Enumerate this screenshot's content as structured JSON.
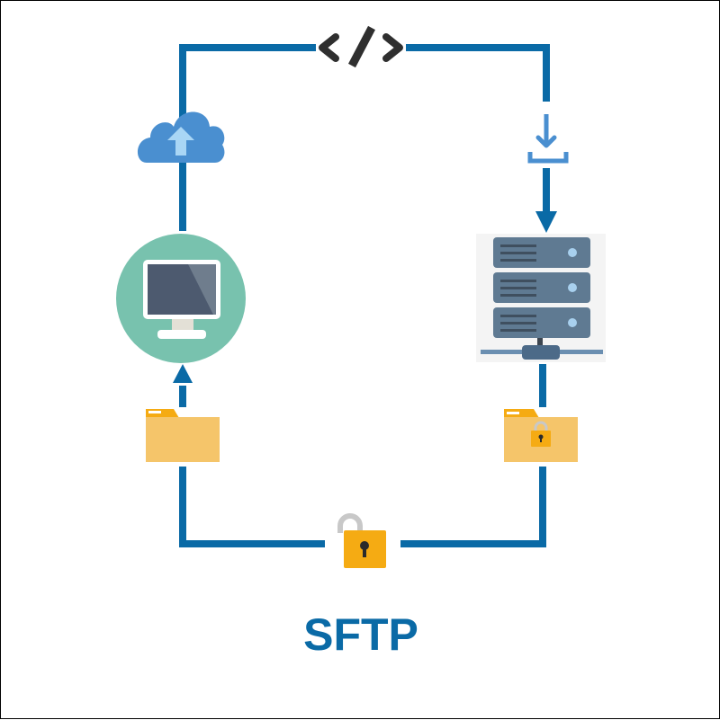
{
  "diagram": {
    "title": "SFTP",
    "colors": {
      "line": "#0a6aa6",
      "code_symbol": "#2f2f2f",
      "cloud": "#4a8fd0",
      "cloud_arrow": "#a9d6f5",
      "download_icon": "#4a8fd0",
      "monitor_circle": "#78c2ae",
      "folder": "#f5c56a",
      "folder_tab": "#f5ab13",
      "lock_body": "#f5ab13",
      "lock_shackle": "#c8c8c8",
      "server_unit": "#5f7a92",
      "server_led": "#a8d0ee",
      "title": "#0a6aa6"
    },
    "nodes": [
      {
        "id": "code",
        "label": "code-symbol",
        "glyph": "</>"
      },
      {
        "id": "cloud-upload",
        "label": "cloud upload"
      },
      {
        "id": "download",
        "label": "download"
      },
      {
        "id": "server",
        "label": "server"
      },
      {
        "id": "client",
        "label": "desktop computer"
      },
      {
        "id": "folder",
        "label": "folder"
      },
      {
        "id": "folder-locked",
        "label": "locked folder"
      },
      {
        "id": "lock",
        "label": "unlocked padlock"
      }
    ],
    "flow": [
      "client",
      "cloud-upload",
      "code",
      "download",
      "server",
      "folder-locked",
      "lock",
      "folder",
      "client"
    ]
  }
}
